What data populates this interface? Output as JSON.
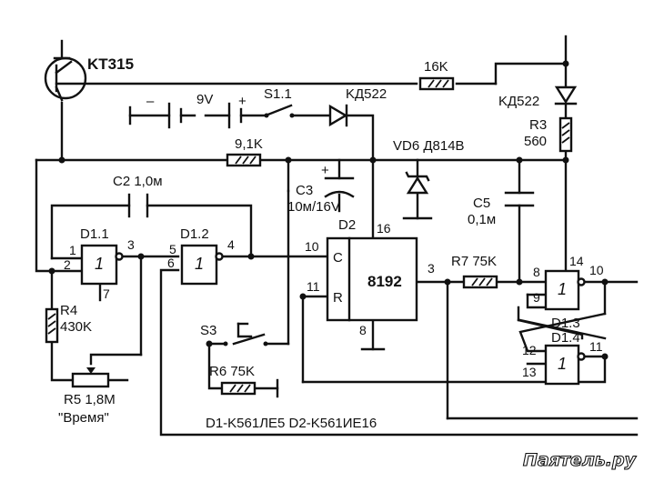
{
  "transistor": {
    "label": "KT315"
  },
  "resistors": {
    "r16k": "16K",
    "r91k": "9,1K",
    "r3_name": "R3",
    "r3_value": "560",
    "r4_name": "R4",
    "r4_value": "430K",
    "r5": "R5 1,8M",
    "r5_caption": "\"Время\"",
    "r6": "R6 75K",
    "r7": "R7 75K"
  },
  "battery": {
    "voltage": "9V",
    "minus": "–",
    "plus": "+"
  },
  "switches": {
    "s1": "S1.1",
    "s3": "S3"
  },
  "diodes": {
    "d_top": "KД522",
    "d_right": "KД522",
    "vd6": "VD6 Д814В"
  },
  "capacitors": {
    "c2": "C2 1,0м",
    "c3_name": "C3",
    "c3_value": "10м/16V",
    "c3_plus": "+",
    "c5_name": "C5",
    "c5_value": "0,1м"
  },
  "gates": {
    "d11": "D1.1",
    "d12": "D1.2",
    "d13": "D1.3",
    "d14": "D1.4",
    "one": "1"
  },
  "counter": {
    "name": "D2",
    "ic_text": "8192",
    "c_input": "C",
    "r_input": "R"
  },
  "pins": {
    "d11_in_a": "1",
    "d11_in_b": "2",
    "d11_out": "3",
    "d11_gnd": "7",
    "d12_in_a": "5",
    "d12_in_b": "6",
    "d12_out": "4",
    "d2_c": "10",
    "d2_r": "11",
    "d2_vdd": "16",
    "d2_vss": "8",
    "d2_out": "3",
    "d13_in_a": "8",
    "d13_in_b": "9",
    "d13_out": "10",
    "d13_vdd": "14",
    "d14_in_a": "12",
    "d14_in_b": "13",
    "d14_out": "11"
  },
  "parts_note": "D1-K561ЛЕ5 D2-K561ИЕ16",
  "watermark": "Паятель.ру"
}
